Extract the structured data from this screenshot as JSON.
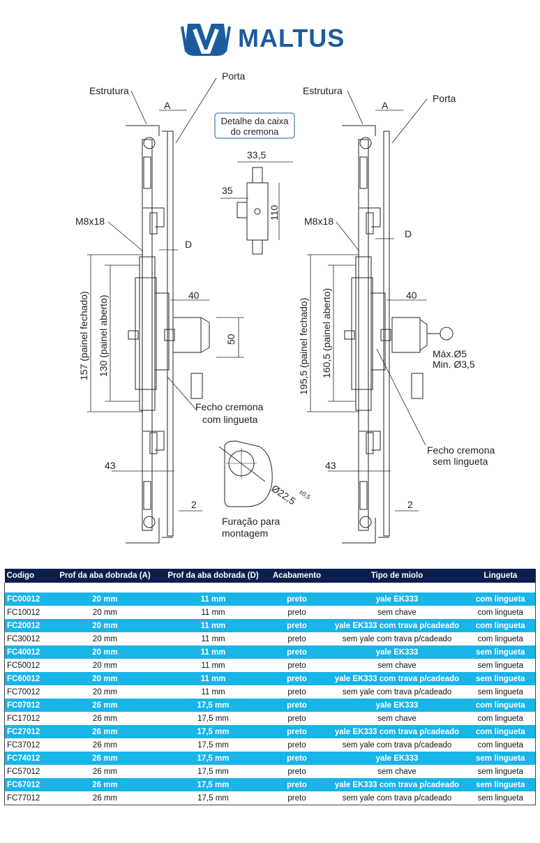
{
  "brand": {
    "name": "MALTUS",
    "color": "#1c5c9e"
  },
  "drawing": {
    "left": {
      "estrutura": "Estrutura",
      "porta": "Porta",
      "a": "A",
      "d": "D",
      "m8": "M8x18",
      "dim40": "40",
      "dim50": "50",
      "dim43": "43",
      "dim2": "2",
      "fechado": "157 (painel fechado)",
      "aberto": "130 (painel aberto)",
      "fecho_1": "Fecho cremona",
      "fecho_2": "com lingueta"
    },
    "right": {
      "estrutura": "Estrutura",
      "porta": "Porta",
      "a": "A",
      "d": "D",
      "m8": "M8x18",
      "dim40": "40",
      "dim43": "43",
      "dim2": "2",
      "fechado": "195,5 (painel fechado)",
      "aberto": "160,5 (painel aberto)",
      "max": "Máx.Ø5",
      "min": "Min. Ø3,5",
      "fecho_1": "Fecho cremona",
      "fecho_2": "sem lingueta"
    },
    "detail": {
      "title_1": "Detalhe da caixa",
      "title_2": "do cremona",
      "dim_w": "33,5",
      "dim_35": "35",
      "dim_110": "110"
    },
    "furacao": {
      "label_1": "Furação para",
      "label_2": "montagem",
      "dim": "Ø22,5",
      "tol": "±0,5"
    }
  },
  "table": {
    "headers": [
      "Codigo",
      "Prof da aba dobrada (A)",
      "Prof da aba dobrada (D)",
      "Acabamento",
      "Tipo de miolo",
      "Lingueta"
    ],
    "rows": [
      [
        "FC00012",
        "20 mm",
        "11 mm",
        "preto",
        "yale EK333",
        "com lingueta"
      ],
      [
        "FC10012",
        "20 mm",
        "11 mm",
        "preto",
        "sem chave",
        "com lingueta"
      ],
      [
        "FC20012",
        "20 mm",
        "11 mm",
        "preto",
        "yale EK333 com trava p/cadeado",
        "com lingueta"
      ],
      [
        "FC30012",
        "20 mm",
        "11 mm",
        "preto",
        "sem yale com trava p/cadeado",
        "com lingueta"
      ],
      [
        "FC40012",
        "20 mm",
        "11 mm",
        "preto",
        "yale EK333",
        "sem lingueta"
      ],
      [
        "FC50012",
        "20 mm",
        "11 mm",
        "preto",
        "sem chave",
        "sem lingueta"
      ],
      [
        "FC60012",
        "20 mm",
        "11 mm",
        "preto",
        "yale EK333 com trava p/cadeado",
        "sem lingueta"
      ],
      [
        "FC70012",
        "20 mm",
        "11 mm",
        "preto",
        "sem yale com trava p/cadeado",
        "sem lingueta"
      ],
      [
        "FC07012",
        "26 mm",
        "17,5 mm",
        "preto",
        "yale EK333",
        "com lingueta"
      ],
      [
        "FC17012",
        "26 mm",
        "17,5 mm",
        "preto",
        "sem chave",
        "com lingueta"
      ],
      [
        "FC27012",
        "26 mm",
        "17,5 mm",
        "preto",
        "yale EK333 com trava p/cadeado",
        "com lingueta"
      ],
      [
        "FC37012",
        "26 mm",
        "17,5 mm",
        "preto",
        "sem yale com trava p/cadeado",
        "com lingueta"
      ],
      [
        "FC74012",
        "26 mm",
        "17,5 mm",
        "preto",
        "yale EK333",
        "sem lingueta"
      ],
      [
        "FC57012",
        "26 mm",
        "17,5 mm",
        "preto",
        "sem chave",
        "sem lingueta"
      ],
      [
        "FC67012",
        "26 mm",
        "17,5 mm",
        "preto",
        "yale EK333 com trava p/cadeado",
        "sem lingueta"
      ],
      [
        "FC77012",
        "26 mm",
        "17,5 mm",
        "preto",
        "sem yale com trava p/cadeado",
        "sem lingueta"
      ]
    ],
    "highlight_color": "#19b4e8",
    "header_color": "#0a1f4d"
  }
}
